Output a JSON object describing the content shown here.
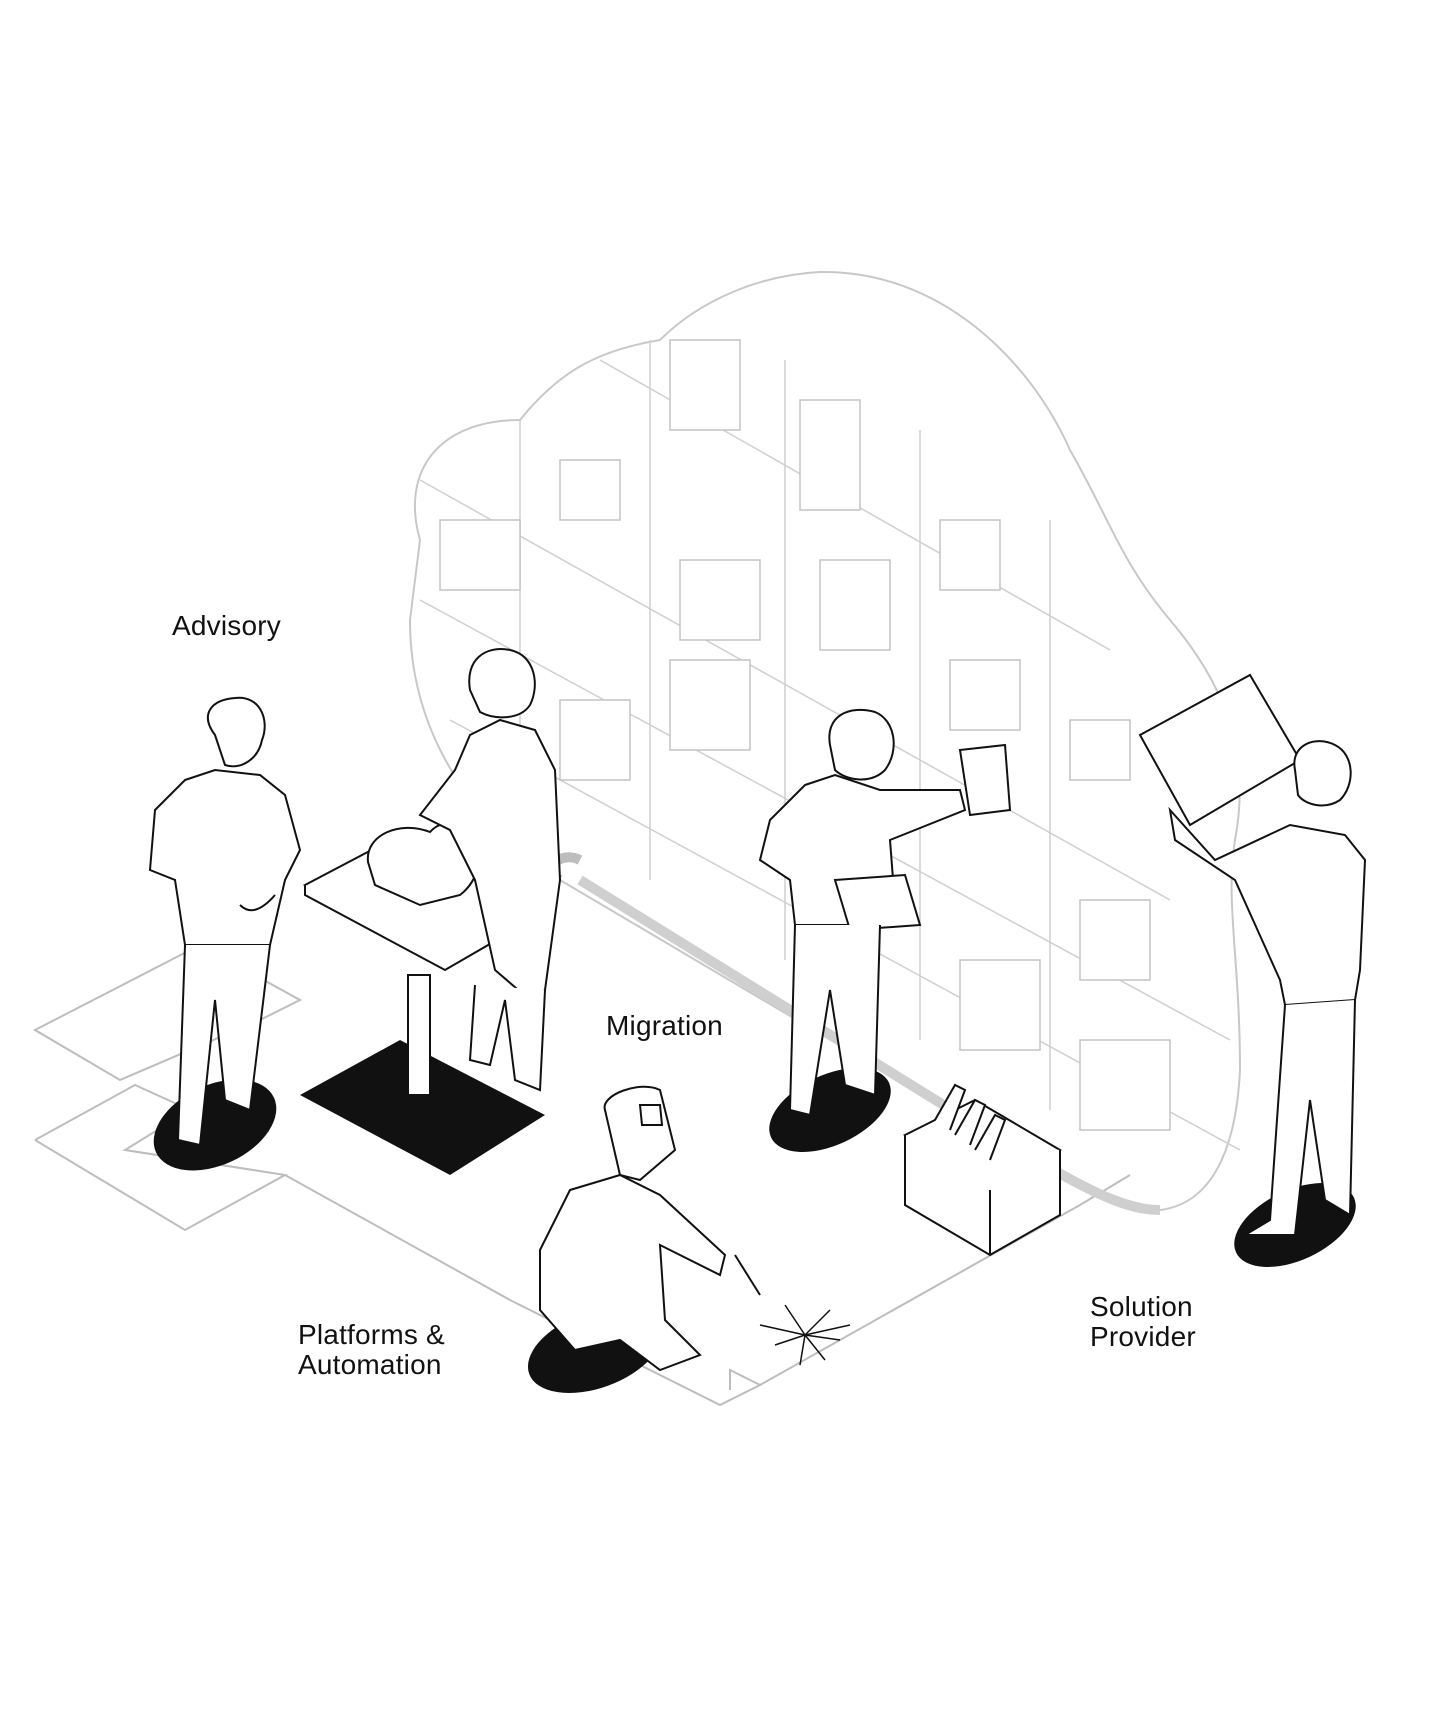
{
  "labels": {
    "advisory": "Advisory",
    "migration": "Migration",
    "platforms_line1": "Platforms &",
    "platforms_line2": "Automation",
    "solution_line1": "Solution",
    "solution_line2": "Provider"
  },
  "colors": {
    "ink": "#111111",
    "cloud_outline": "#c8c8c8",
    "floor_outline": "#bdbdbd",
    "background": "#ffffff"
  },
  "figures": [
    {
      "role": "advisor-standing"
    },
    {
      "role": "advisor-sculpting-cloud"
    },
    {
      "role": "migrator-reading-document"
    },
    {
      "role": "welder-kneeling"
    },
    {
      "role": "provider-lifting-panel"
    }
  ]
}
